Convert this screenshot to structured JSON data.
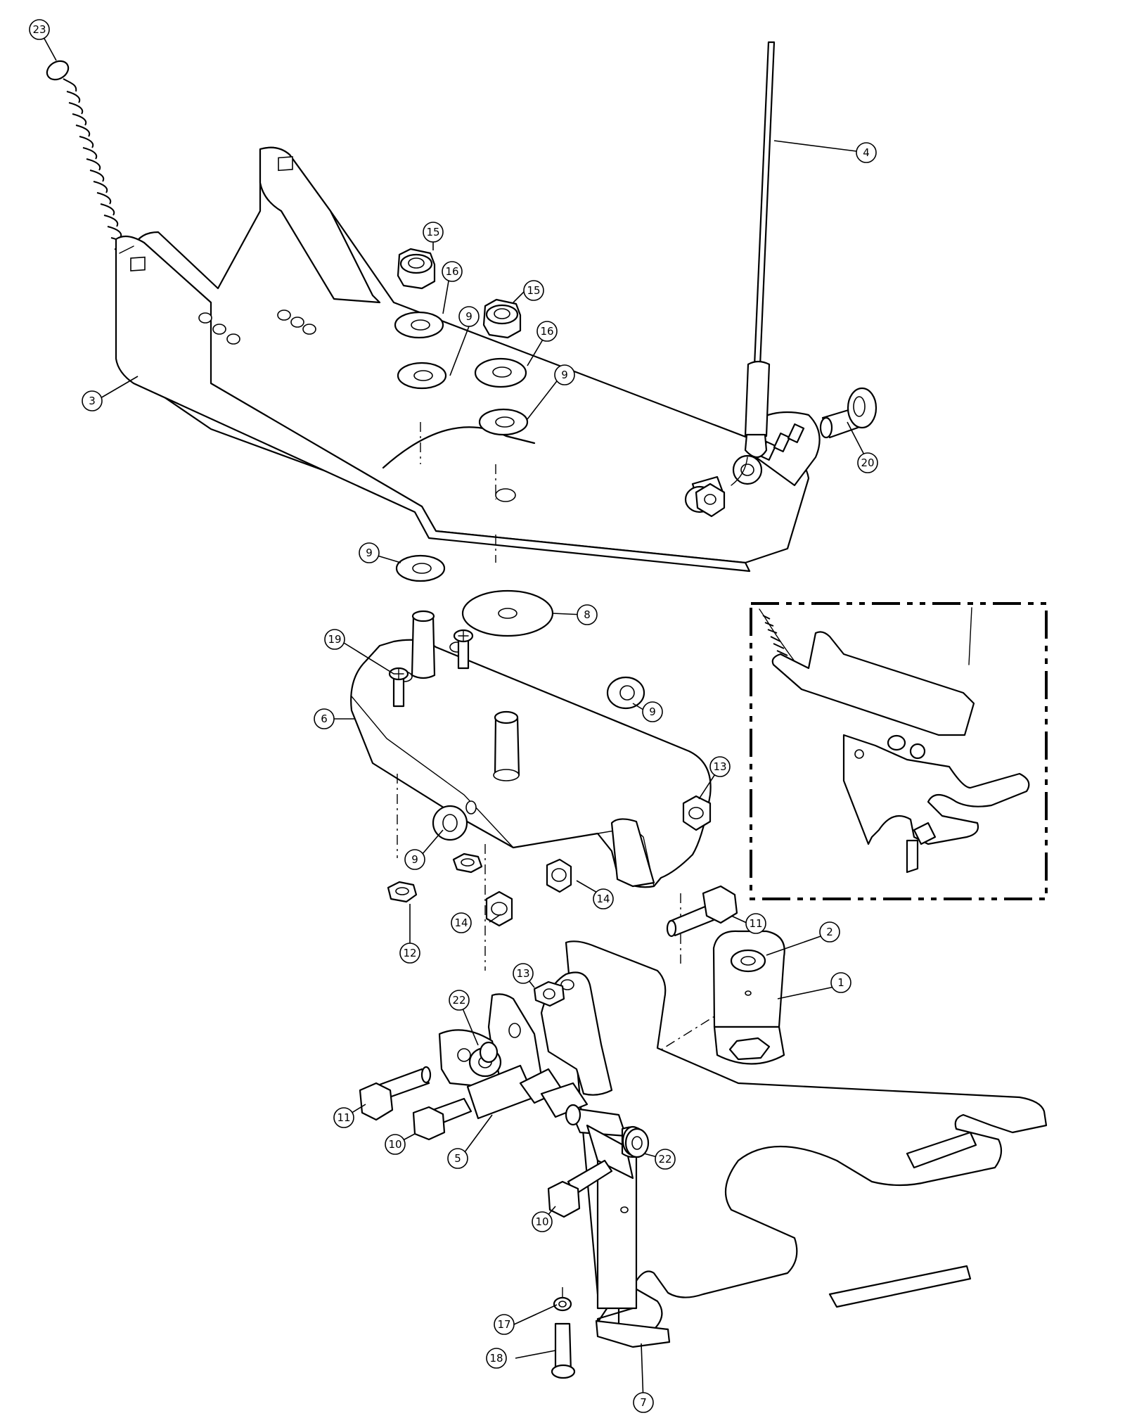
{
  "callouts": [
    {
      "id": "c23",
      "label": "23"
    },
    {
      "id": "c4",
      "label": "4"
    },
    {
      "id": "c15a",
      "label": "15"
    },
    {
      "id": "c16a",
      "label": "16"
    },
    {
      "id": "c15b",
      "label": "15"
    },
    {
      "id": "c9a",
      "label": "9"
    },
    {
      "id": "c16b",
      "label": "16"
    },
    {
      "id": "c9b",
      "label": "9"
    },
    {
      "id": "c3",
      "label": "3"
    },
    {
      "id": "c20",
      "label": "20"
    },
    {
      "id": "c9c",
      "label": "9"
    },
    {
      "id": "c8",
      "label": "8"
    },
    {
      "id": "c19",
      "label": "19"
    },
    {
      "id": "c9d",
      "label": "9"
    },
    {
      "id": "c6",
      "label": "6"
    },
    {
      "id": "c13a",
      "label": "13"
    },
    {
      "id": "c9e",
      "label": "9"
    },
    {
      "id": "c14a",
      "label": "14"
    },
    {
      "id": "c14b",
      "label": "14"
    },
    {
      "id": "c12",
      "label": "12"
    },
    {
      "id": "c11a",
      "label": "11"
    },
    {
      "id": "c2",
      "label": "2"
    },
    {
      "id": "c1",
      "label": "1"
    },
    {
      "id": "c13b",
      "label": "13"
    },
    {
      "id": "c22a",
      "label": "22"
    },
    {
      "id": "c11b",
      "label": "11"
    },
    {
      "id": "c10a",
      "label": "10"
    },
    {
      "id": "c5",
      "label": "5"
    },
    {
      "id": "c22b",
      "label": "22"
    },
    {
      "id": "c10b",
      "label": "10"
    },
    {
      "id": "c17",
      "label": "17"
    },
    {
      "id": "c18",
      "label": "18"
    },
    {
      "id": "c7",
      "label": "7"
    }
  ]
}
